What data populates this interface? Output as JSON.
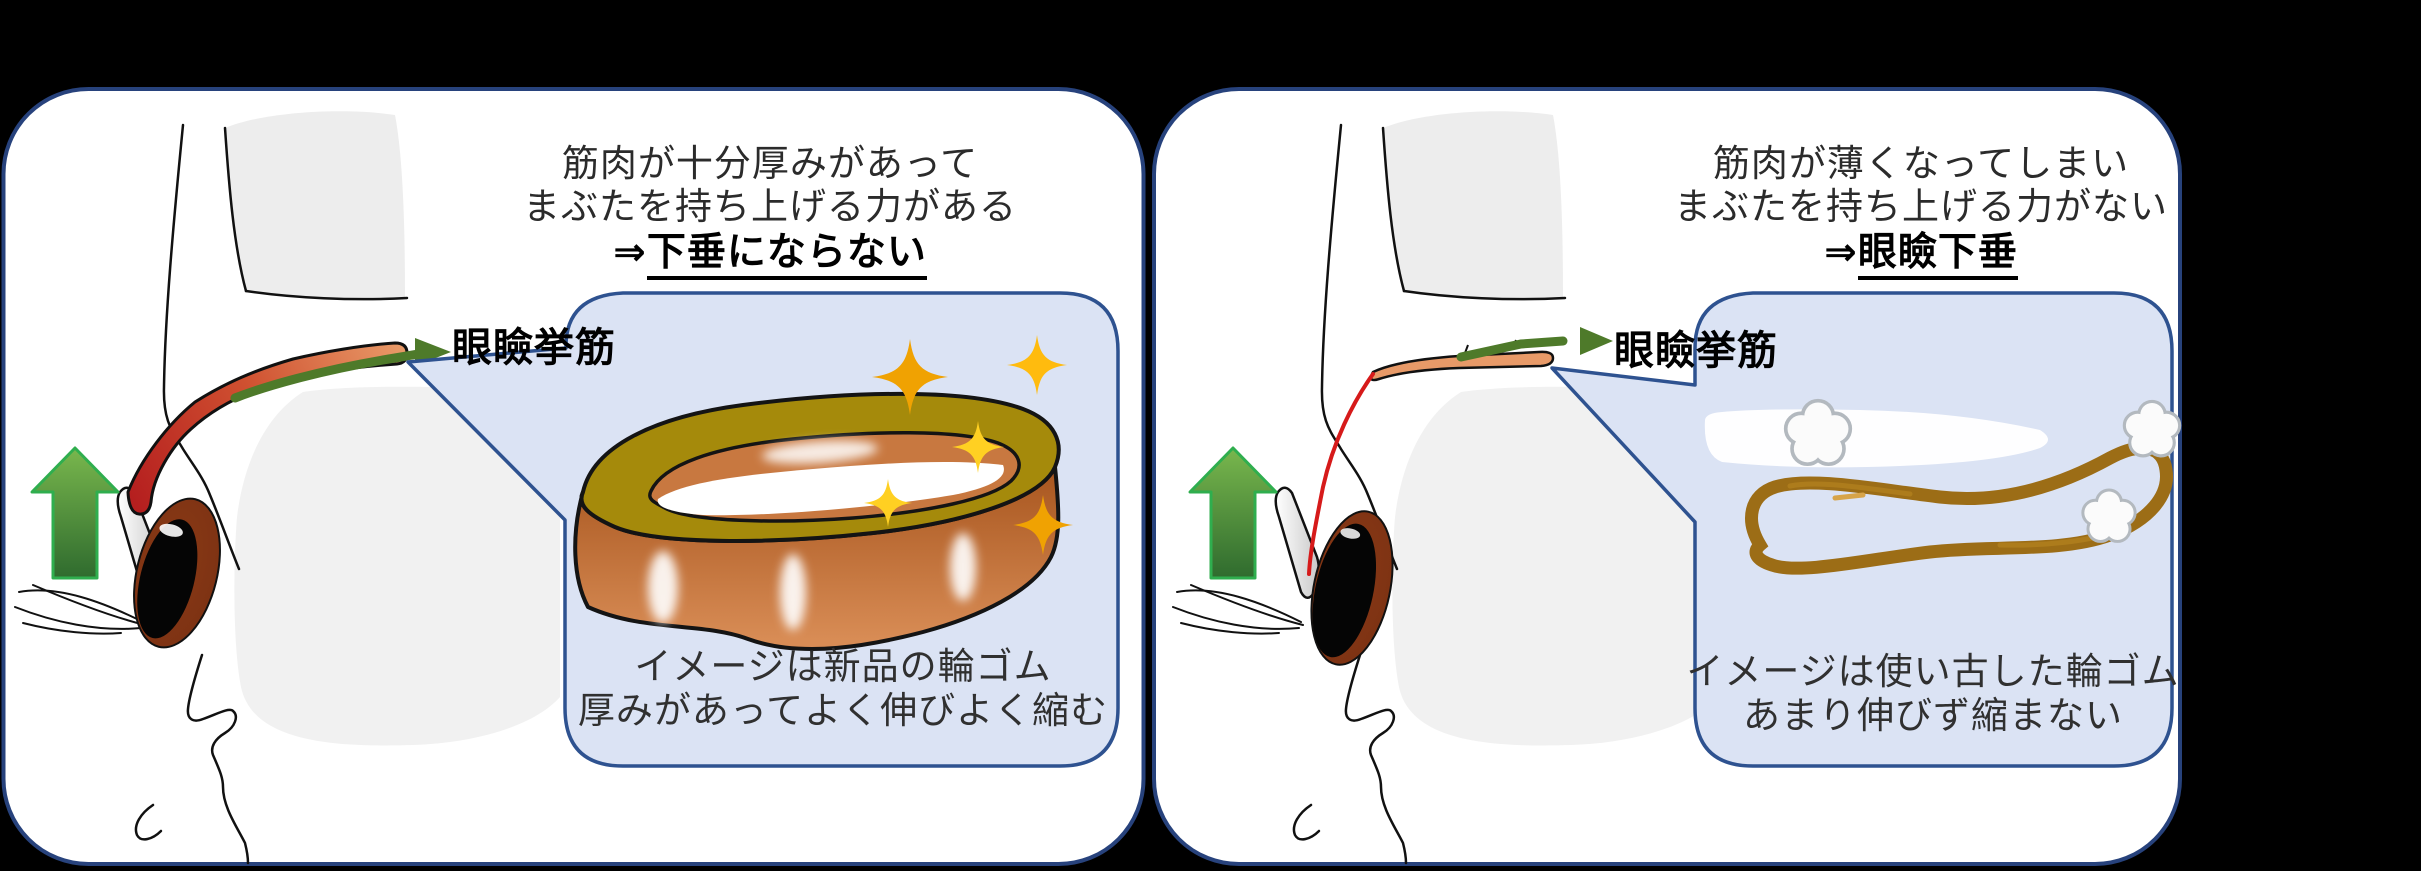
{
  "panels": {
    "left": {
      "header_line1": "筋肉が十分厚みがあって",
      "header_line2": "まぶたを持ち上げる力がある",
      "arrow": "⇒",
      "conclusion": "下垂にならない",
      "muscle_label": "眼瞼挙筋",
      "caption_line1": "イメージは新品の輪ゴム",
      "caption_line2": "厚みがあってよく伸びよく縮む"
    },
    "right": {
      "header_line1": "筋肉が薄くなってしまい",
      "header_line2": "まぶたを持ち上げる力がない",
      "arrow": "⇒",
      "conclusion": "眼瞼下垂",
      "muscle_label": "眼瞼挙筋",
      "caption_line1": "イメージは使い古した輪ゴム",
      "caption_line2": "あまり伸びず縮まない"
    }
  },
  "colors": {
    "page_bg": "#000000",
    "panel_bg": "#ffffff",
    "panel_border": "#27427c",
    "callout_fill": "#dbe3f4",
    "callout_border": "#2e5290",
    "text_dark": "#2b2b2b",
    "arrow_green": "#4e7a2a",
    "up_arrow_light": "#79b74d",
    "up_arrow_dark": "#2f6b2e",
    "up_arrow_border": "#2fae4e",
    "muscle_red": "#b51f1f",
    "muscle_salmon": "#e89a68",
    "iris_brown": "#7a3012",
    "band_rim_olive": "#a58a0b",
    "band_face_light": "#d88c55",
    "band_old": "#9c6d16",
    "sparkle_orange": "#f0a202",
    "sparkle_yellow": "#ffd022"
  }
}
